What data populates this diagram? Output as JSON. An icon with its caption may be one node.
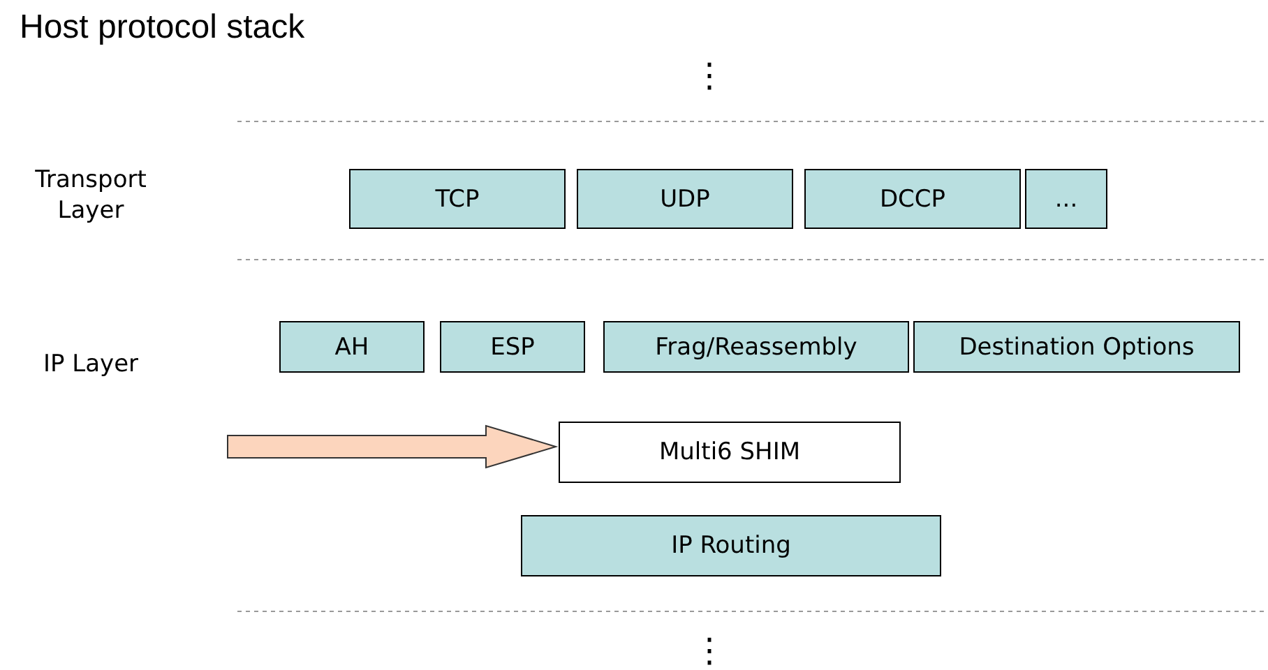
{
  "diagram": {
    "title": "Host protocol stack",
    "nodes": [
      {
        "text": [
          "TCP"
        ]
      },
      {
        "text": [
          "UDP"
        ]
      },
      {
        "text": [
          "DCCP"
        ]
      },
      {
        "text": [
          "..."
        ]
      },
      {
        "text": [
          "AH"
        ]
      },
      {
        "text": [
          "ESP"
        ]
      },
      {
        "text": [
          "Frag/Reassembly"
        ]
      },
      {
        "text": [
          "Destination Options"
        ]
      },
      {
        "text": [
          "Multi6 SHIM"
        ]
      },
      {
        "text": [
          "IP Routing"
        ]
      }
    ],
    "edges": [
      {
        "from": null,
        "to": 8,
        "arrow": "to",
        "style": "thick",
        "color": "#fcd5bd"
      }
    ],
    "labels": [
      "⋮",
      "Transport Layer",
      "IP Layer",
      "⋮"
    ]
  }
}
